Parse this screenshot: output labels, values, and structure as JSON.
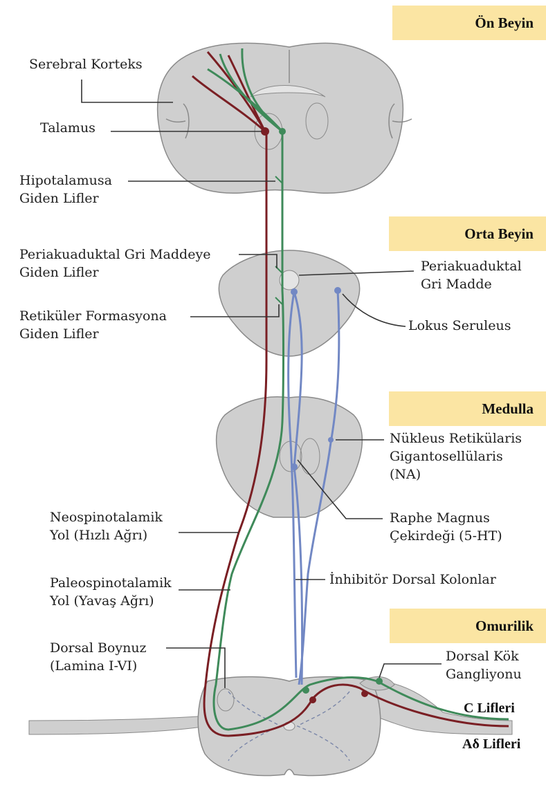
{
  "sections": {
    "on_beyin": "Ön Beyin",
    "orta_beyin": "Orta Beyin",
    "medulla": "Medulla",
    "omurilik": "Omurilik"
  },
  "labels": {
    "serebral_korteks": "Serebral Korteks",
    "talamus": "Talamus",
    "hipotalamus_1": "Hipotalamusa",
    "hipotalamus_2": "Giden Lifler",
    "pag_fibers_1": "Periakuaduktal Gri Maddeye",
    "pag_fibers_2": "Giden Lifler",
    "reticular_1": "Retiküler Formasyona",
    "reticular_2": "Giden Lifler",
    "pag_1": "Periakuaduktal",
    "pag_2": "Gri Madde",
    "locus": "Lokus Seruleus",
    "nrg_1": "Nükleus Retikülaris",
    "nrg_2": "Gigantosellülaris",
    "nrg_3": "(NA)",
    "raphe_1": "Raphe Magnus",
    "raphe_2": "Çekirdeği (5-HT)",
    "neo_1": "Neospinotalamik",
    "neo_2": "Yol (Hızlı Ağrı)",
    "paleo_1": "Paleospinotalamik",
    "paleo_2": "Yol (Yavaş Ağrı)",
    "inhib": "İnhibitör Dorsal Kolonlar",
    "dorsal_horn_1": "Dorsal Boynuz",
    "dorsal_horn_2": "(Lamina I-VI)",
    "drg_1": "Dorsal Kök",
    "drg_2": "Gangliyonu"
  },
  "fibers": {
    "c": "C Lifleri",
    "adelta": "Aδ Lifleri"
  },
  "colors": {
    "tissue": "#cfcfcf",
    "tissue_stroke": "#8a8a8a",
    "neo_tract": "#7a1f24",
    "paleo_tract": "#3f8a5a",
    "inhibitory": "#7288c4",
    "section_bg": "#fbe5a3"
  }
}
